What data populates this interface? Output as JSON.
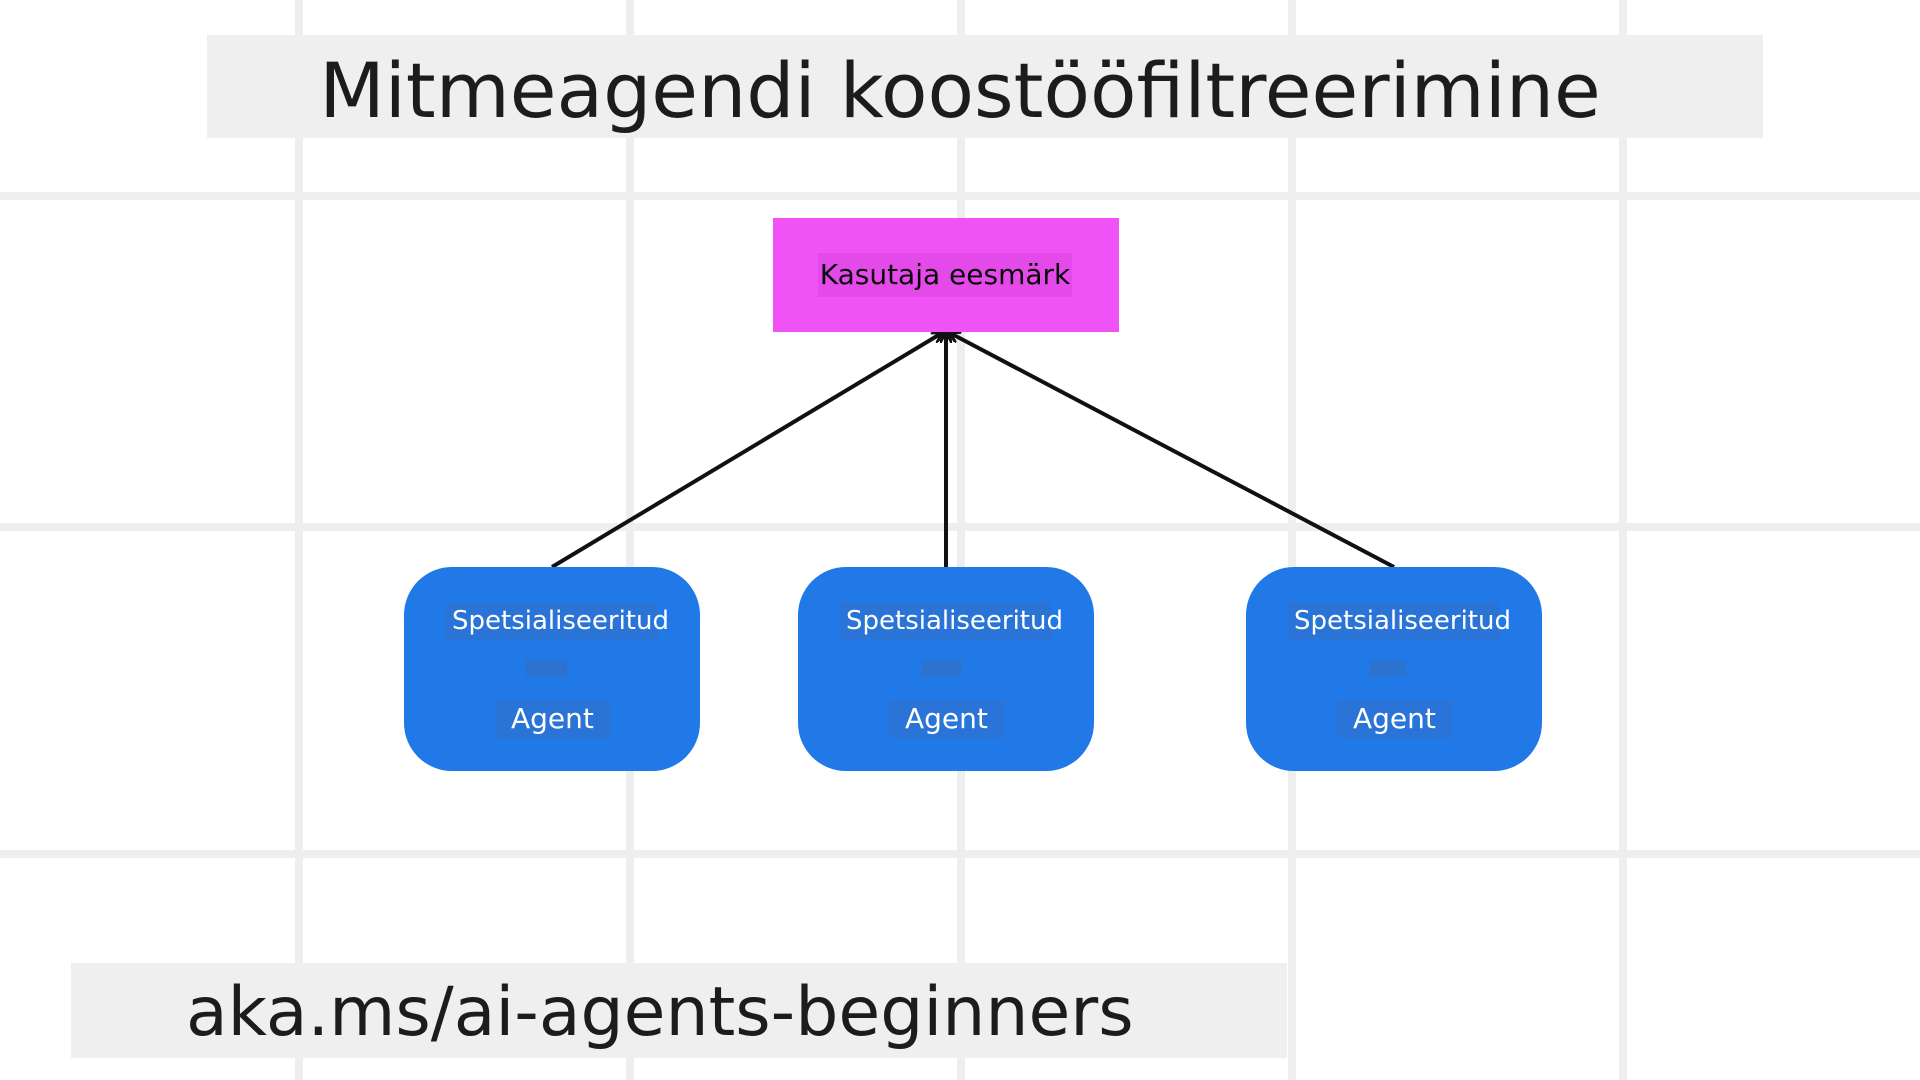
{
  "title": "Mitmeagendi koostööfiltreerimine",
  "url": "aka.ms/ai-agents-beginners",
  "goal": {
    "label": "Kasutaja eesmärk"
  },
  "agents": [
    {
      "line1": "Spetsialiseeritud",
      "line2": "Agent"
    },
    {
      "line1": "Spetsialiseeritud",
      "line2": "Agent"
    },
    {
      "line1": "Spetsialiseeritud",
      "line2": "Agent"
    }
  ],
  "colors": {
    "goal_fill": "#ef52f5",
    "agent_fill": "#2179e7",
    "banner_fill": "#efefef",
    "grid_line": "#eeeeee",
    "arrow": "#111111"
  }
}
